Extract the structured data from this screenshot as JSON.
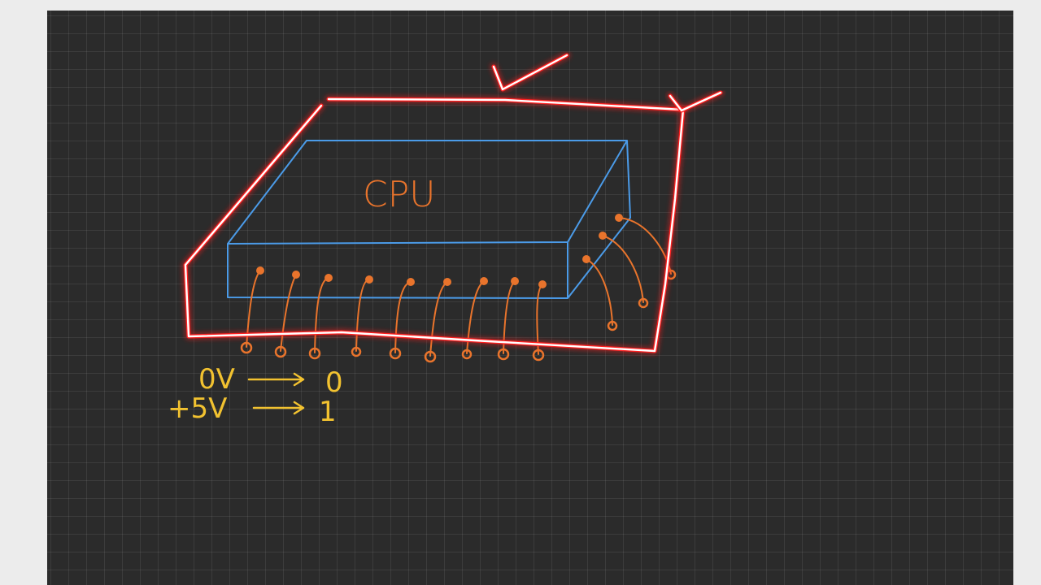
{
  "diagram": {
    "chip_label": "CPU",
    "legend": [
      {
        "voltage": "0V",
        "bit": "0"
      },
      {
        "voltage": "+5V",
        "bit": "1"
      }
    ]
  },
  "colors": {
    "board": "#2b2b2b",
    "chip_outline": "#4b9be8",
    "pins": "#e9742c",
    "legend": "#f2c230",
    "highlight": "#ff1a1a"
  }
}
